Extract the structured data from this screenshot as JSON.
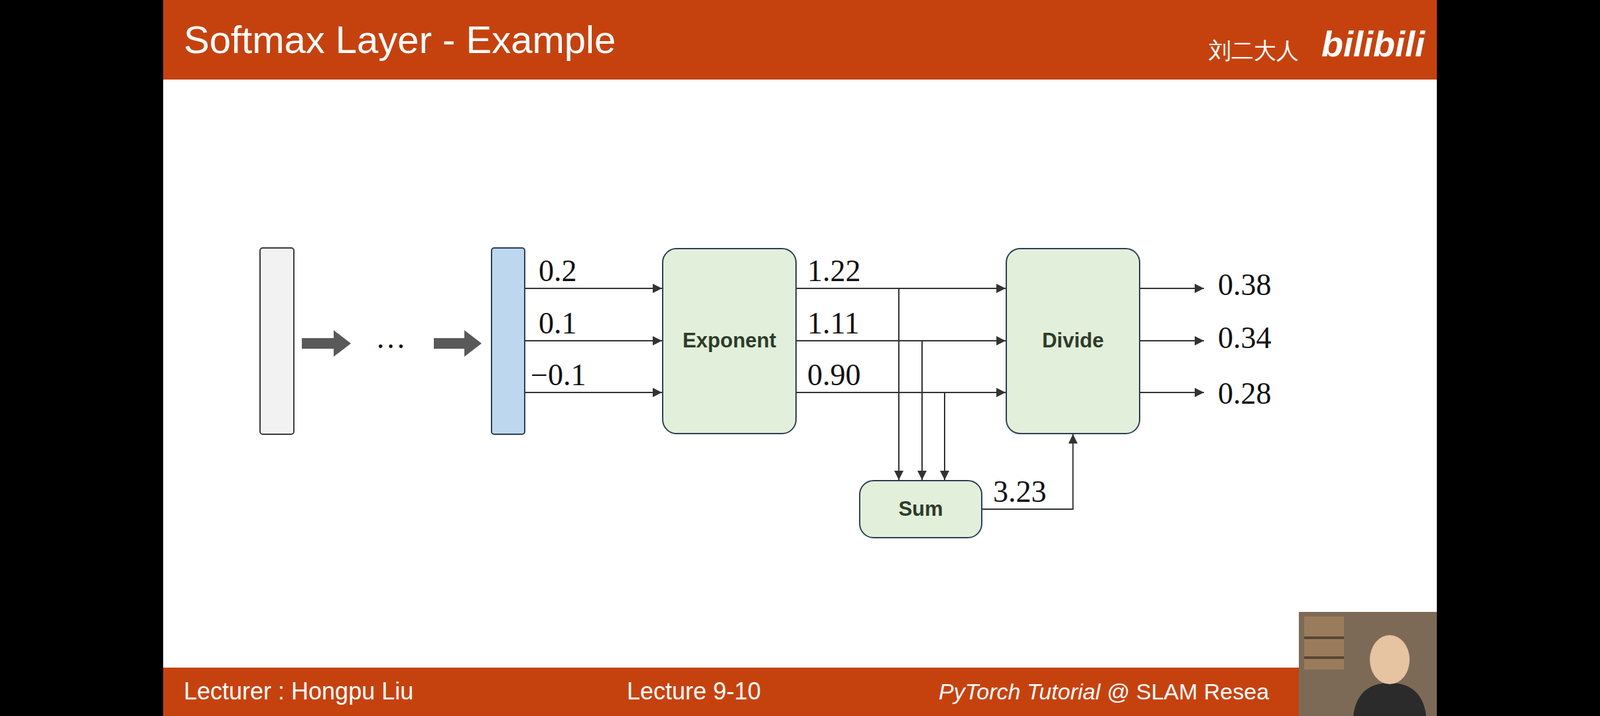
{
  "diagram": {
    "title": "Softmax Layer - Example",
    "nodes": [
      {
        "text": [
          "Exponent"
        ]
      },
      {
        "text": [
          "Divide"
        ]
      },
      {
        "text": [
          "Sum"
        ]
      }
    ],
    "edges": [
      {
        "from": 0,
        "to": 1,
        "label": "1.22",
        "arrow": "to"
      },
      {
        "from": 0,
        "to": 1,
        "label": "1.11",
        "arrow": "to"
      },
      {
        "from": 0,
        "to": 1,
        "label": "0.90",
        "arrow": "to"
      },
      {
        "from": 0,
        "to": 2,
        "arrow": "to"
      },
      {
        "from": 0,
        "to": 2,
        "arrow": "to"
      },
      {
        "from": 0,
        "to": 2,
        "arrow": "to"
      },
      {
        "from": 2,
        "to": 1,
        "label": "3.23",
        "arrow": "to"
      }
    ],
    "labels": [
      "0.2",
      "0.1",
      "−0.1",
      "…",
      "0.38",
      "0.34",
      "0.28",
      "刘二大人",
      "bilibili",
      "Lecturer : Hongpu Liu",
      "Lecture 9-10",
      "PyTorch Tutorial",
      "@ SLAM Resea"
    ]
  }
}
